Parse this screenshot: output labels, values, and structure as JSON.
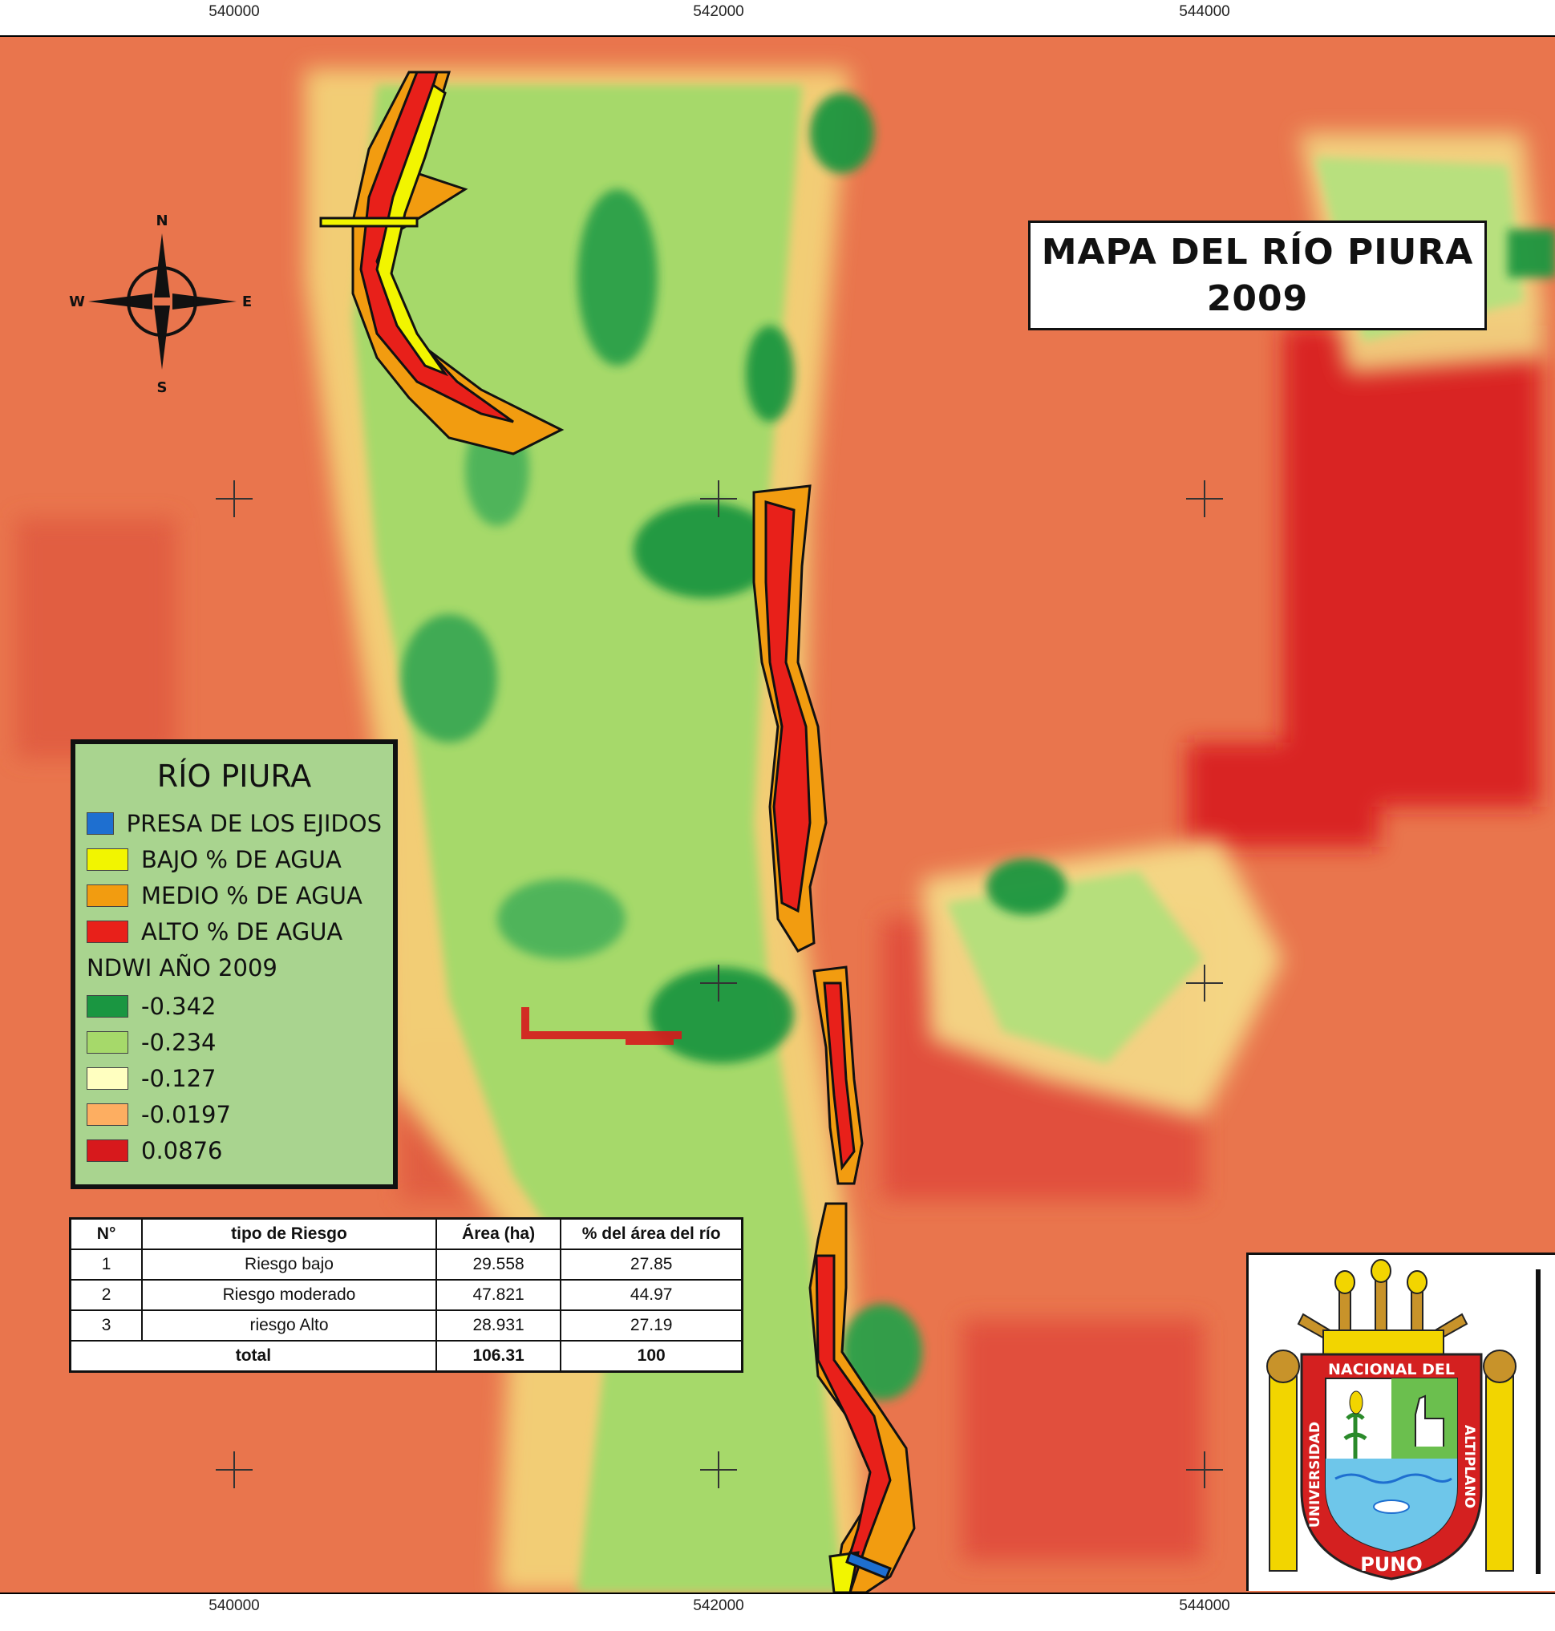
{
  "map": {
    "title_line1": "MAPA DEL RÍO PIURA",
    "title_line2": "2009",
    "x_ticks_top": [
      "540000",
      "542000",
      "544000"
    ],
    "x_ticks_bottom": [
      "540000",
      "542000",
      "544000"
    ],
    "compass": {
      "n": "N",
      "s": "S",
      "e": "E",
      "w": "W"
    },
    "colors": {
      "presa": "#1e6fd0",
      "bajo": "#f2f500",
      "medio": "#f29c10",
      "alto": "#e8201a",
      "ndwi_1": "#1a9641",
      "ndwi_2": "#a6d96a",
      "ndwi_3": "#ffffc0",
      "ndwi_4": "#fdae61",
      "ndwi_5": "#d7191c"
    }
  },
  "legend": {
    "title": "RÍO PIURA",
    "classes": [
      {
        "label": "PRESA DE LOS EJIDOS",
        "color": "#1e6fd0"
      },
      {
        "label": "BAJO % DE AGUA",
        "color": "#f2f500"
      },
      {
        "label": "MEDIO % DE AGUA",
        "color": "#f29c10"
      },
      {
        "label": "ALTO % DE AGUA",
        "color": "#e8201a"
      }
    ],
    "ndwi_title": "NDWI AÑO 2009",
    "ndwi": [
      {
        "label": "-0.342",
        "color": "#1a9641"
      },
      {
        "label": "-0.234",
        "color": "#a6d96a"
      },
      {
        "label": "-0.127",
        "color": "#ffffc0"
      },
      {
        "label": "-0.0197",
        "color": "#fdae61"
      },
      {
        "label": "0.0876",
        "color": "#d7191c"
      }
    ]
  },
  "table": {
    "headers": [
      "N°",
      "tipo de Riesgo",
      "Área (ha)",
      "% del área del río"
    ],
    "rows": [
      [
        "1",
        "Riesgo bajo",
        "29.558",
        "27.85"
      ],
      [
        "2",
        "Riesgo moderado",
        "47.821",
        "44.97"
      ],
      [
        "3",
        "riesgo Alto",
        "28.931",
        "27.19"
      ]
    ],
    "total": {
      "label": "total",
      "area": "106.31",
      "percent": "100"
    }
  },
  "logo": {
    "top_text": "NACIONAL DEL",
    "left_text": "UNIVERSIDAD",
    "right_text": "ALTIPLANO",
    "bottom_text": "PUNO"
  }
}
